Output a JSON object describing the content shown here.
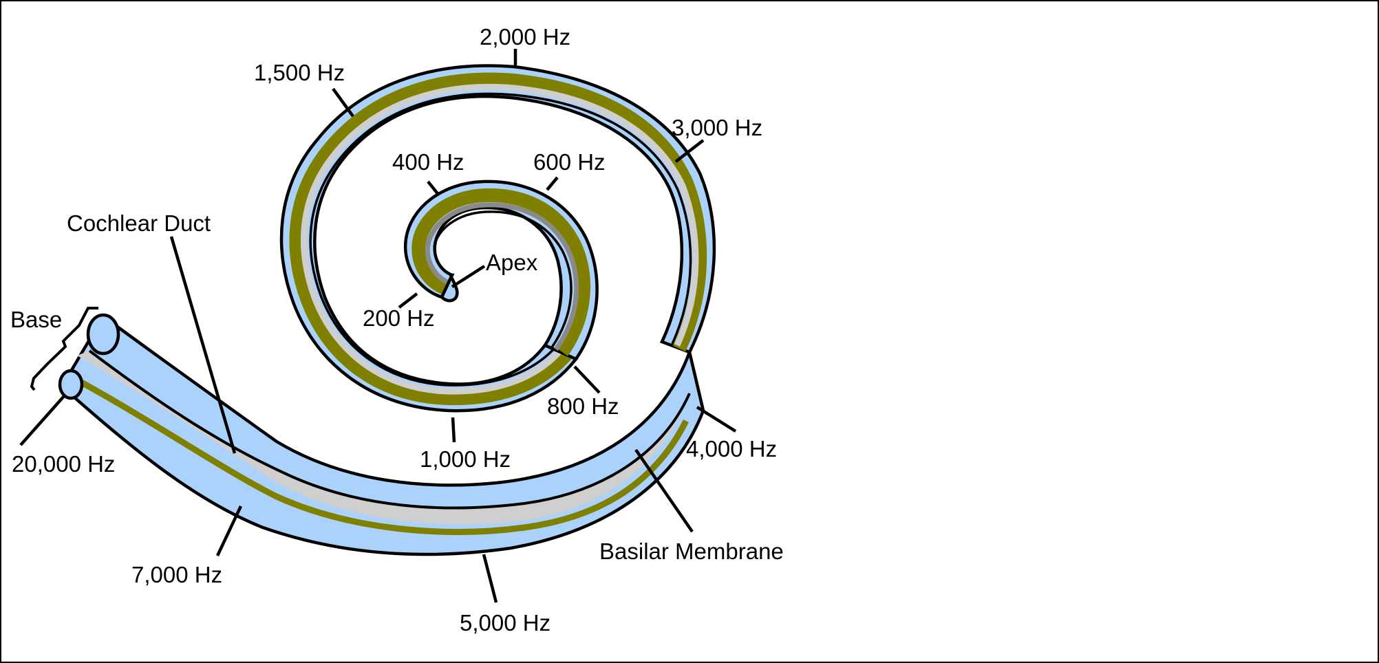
{
  "labels": {
    "base": "Base",
    "cochlear_duct": "Cochlear Duct",
    "apex": "Apex",
    "basilar_membrane": "Basilar Membrane"
  },
  "frequencies": {
    "f200": "200 Hz",
    "f400": "400 Hz",
    "f600": "600 Hz",
    "f800": "800 Hz",
    "f1000": "1,000 Hz",
    "f1500": "1,500 Hz",
    "f2000": "2,000 Hz",
    "f3000": "3,000 Hz",
    "f4000": "4,000 Hz",
    "f5000": "5,000 Hz",
    "f7000": "7,000 Hz",
    "f20000": "20,000 Hz"
  },
  "colors": {
    "duct_blue": "#aad2fb",
    "membrane_olive": "#808000",
    "membrane_grey": "#cfcfcf",
    "inner_grey": "#8a8a8a",
    "outline": "#000000"
  }
}
